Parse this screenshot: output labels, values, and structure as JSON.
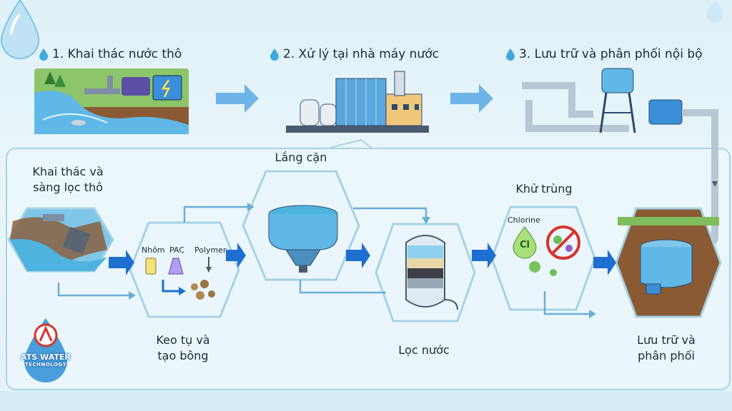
{
  "stages": [
    {
      "title": "1. Khai thác nước thô"
    },
    {
      "title": "2. Xử lý tại nhà máy nước"
    },
    {
      "title": "3. Lưu trữ và phân phối nội bộ"
    }
  ],
  "steps": {
    "intake": "Khai thác và\nsàng lọc thô",
    "coagulation": "Keo tụ và\ntạo bông",
    "sedimentation": "Lắng cặn",
    "filtration": "Lọc nước",
    "disinfection": "Khử trùng",
    "storage": "Lưu trữ và\nphân phối"
  },
  "chemicals": {
    "alum": "Nhôm",
    "pac": "PAC",
    "polymer": "Polymer",
    "chlorine": "Chlorine",
    "chlorine_symbol": "Cl"
  },
  "logo": {
    "name": "ATS WATER",
    "subtitle": "TECHNOLOGY"
  },
  "colors": {
    "arrow_blue": "#1f6fd1",
    "flow_line": "#6aaed6",
    "water": "#4fb3e0",
    "hexagon_border": "#a6d3e6",
    "logo_red": "#d8322c"
  }
}
